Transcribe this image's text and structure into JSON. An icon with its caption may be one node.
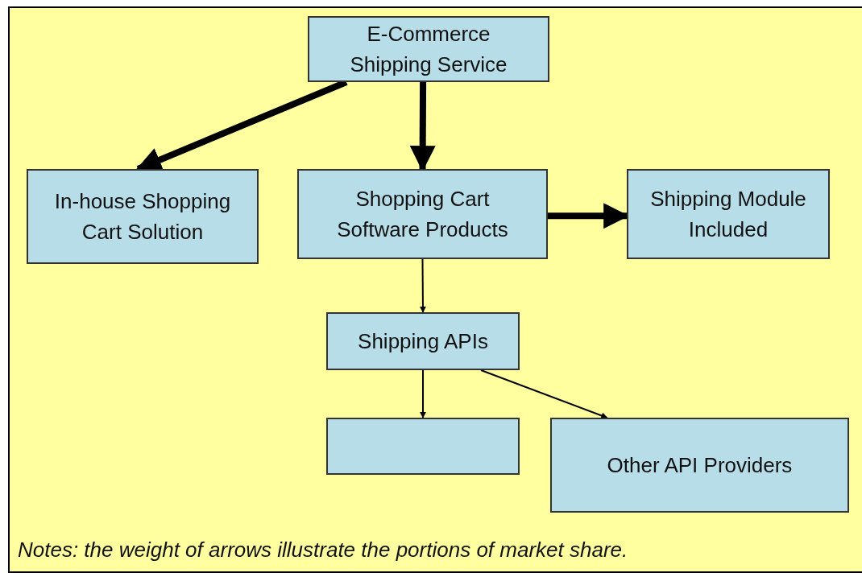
{
  "diagram": {
    "nodes": [
      {
        "text": [
          "E-Commerce Shipping Service"
        ]
      },
      {
        "text": [
          "In-house Shopping Cart Solution"
        ]
      },
      {
        "text": [
          "Shopping Cart Software Products"
        ]
      },
      {
        "text": [
          "Shipping Module Included"
        ]
      },
      {
        "text": [
          "Shipping APIs"
        ]
      },
      {
        "text": [],
        "shape": "box"
      },
      {
        "text": [
          "Other API Providers"
        ]
      }
    ],
    "edges": [
      {
        "from": 0,
        "to": 1,
        "arrow": "to",
        "style": "thick"
      },
      {
        "from": 0,
        "to": 2,
        "arrow": "to",
        "style": "thick"
      },
      {
        "from": 2,
        "to": 3,
        "arrow": "to",
        "style": "thick"
      },
      {
        "from": 2,
        "to": 4,
        "arrow": "to"
      },
      {
        "from": 4,
        "to": 5,
        "arrow": "to"
      },
      {
        "from": 4,
        "to": 6,
        "arrow": "to"
      }
    ],
    "labels": [
      "Notes: the weight of arrows illustrate the portions of market share."
    ]
  }
}
